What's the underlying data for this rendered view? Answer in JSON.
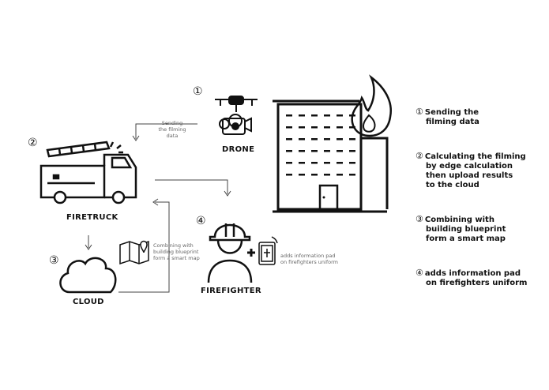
{
  "labels": {
    "drone": "DRONE",
    "firetruck": "FIRETRUCK",
    "cloud": "CLOUD",
    "firefighter": "FIREFIGHTER"
  },
  "numbers": {
    "n1": "①",
    "n2": "②",
    "n3": "③",
    "n4": "④"
  },
  "annotations": {
    "sending": [
      "Sending",
      "the filming",
      "data"
    ],
    "combining": [
      "Combining with",
      "building blueprint",
      "form a smart map"
    ],
    "adds": [
      "adds information pad",
      "on firefighters uniform"
    ]
  },
  "legend": [
    {
      "num": "①",
      "lines": [
        "Sending the",
        "filming data"
      ]
    },
    {
      "num": "②",
      "lines": [
        "Calculating the filming",
        "by edge calculation",
        "then upload results",
        "to the cloud"
      ]
    },
    {
      "num": "③",
      "lines": [
        "Combining with",
        "building blueprint",
        "form a smart map"
      ]
    },
    {
      "num": "④",
      "lines": [
        "adds information pad",
        "on firefighters uniform"
      ]
    }
  ]
}
